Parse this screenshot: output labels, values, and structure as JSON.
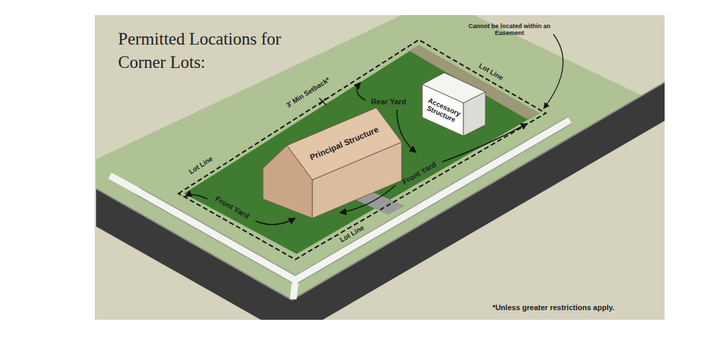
{
  "diagram": {
    "title": "Permitted Locations for Corner Lots:",
    "nodes": [
      {
        "text": [
          "Accessory Structure"
        ]
      },
      {
        "text": [
          "Principal Structure"
        ]
      }
    ],
    "labels": [
      "Cannot be located within an Easement",
      "Lot Line",
      "3' Min Setback*",
      "Rear Yard",
      "Lot Line",
      "Front Yard",
      "Front Yard",
      "Lot Line",
      "*Unless greater restrictions apply."
    ]
  }
}
